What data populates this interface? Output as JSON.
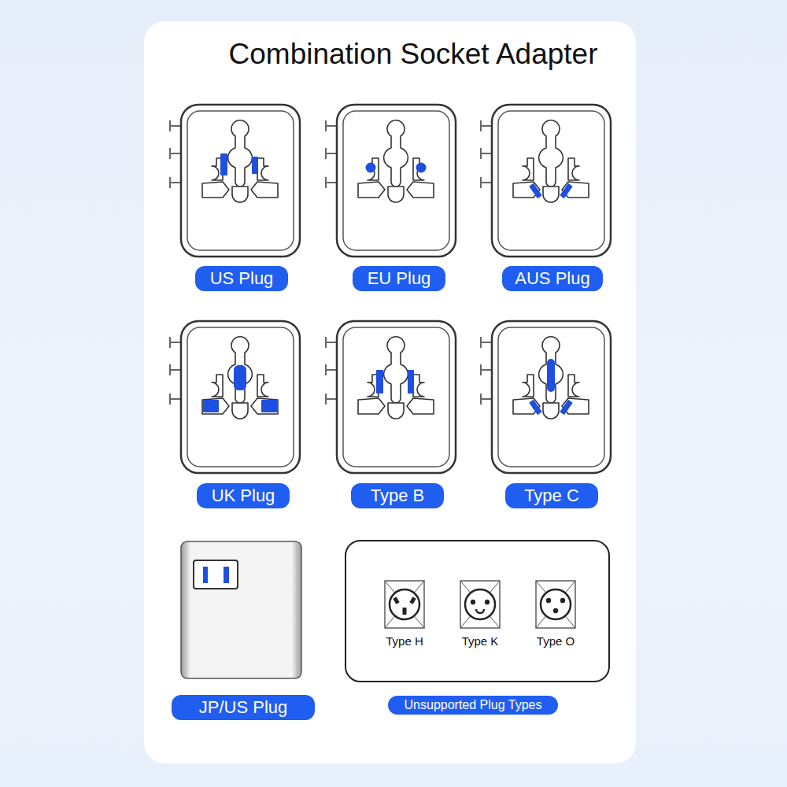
{
  "diagram": {
    "title": "Combination Socket Adapter",
    "nodes": [
      {
        "text": [
          "US Plug"
        ]
      },
      {
        "text": [
          "EU Plug"
        ]
      },
      {
        "text": [
          "AUS Plug"
        ]
      },
      {
        "text": [
          "UK Plug"
        ]
      },
      {
        "text": [
          "Type B"
        ]
      },
      {
        "text": [
          "Type C"
        ]
      },
      {
        "text": [
          "JP/US Plug"
        ]
      },
      {
        "text": [
          "Type H",
          "Type K",
          "Type O"
        ]
      },
      {
        "text": [
          "Unsupported Plug Types"
        ]
      }
    ]
  }
}
